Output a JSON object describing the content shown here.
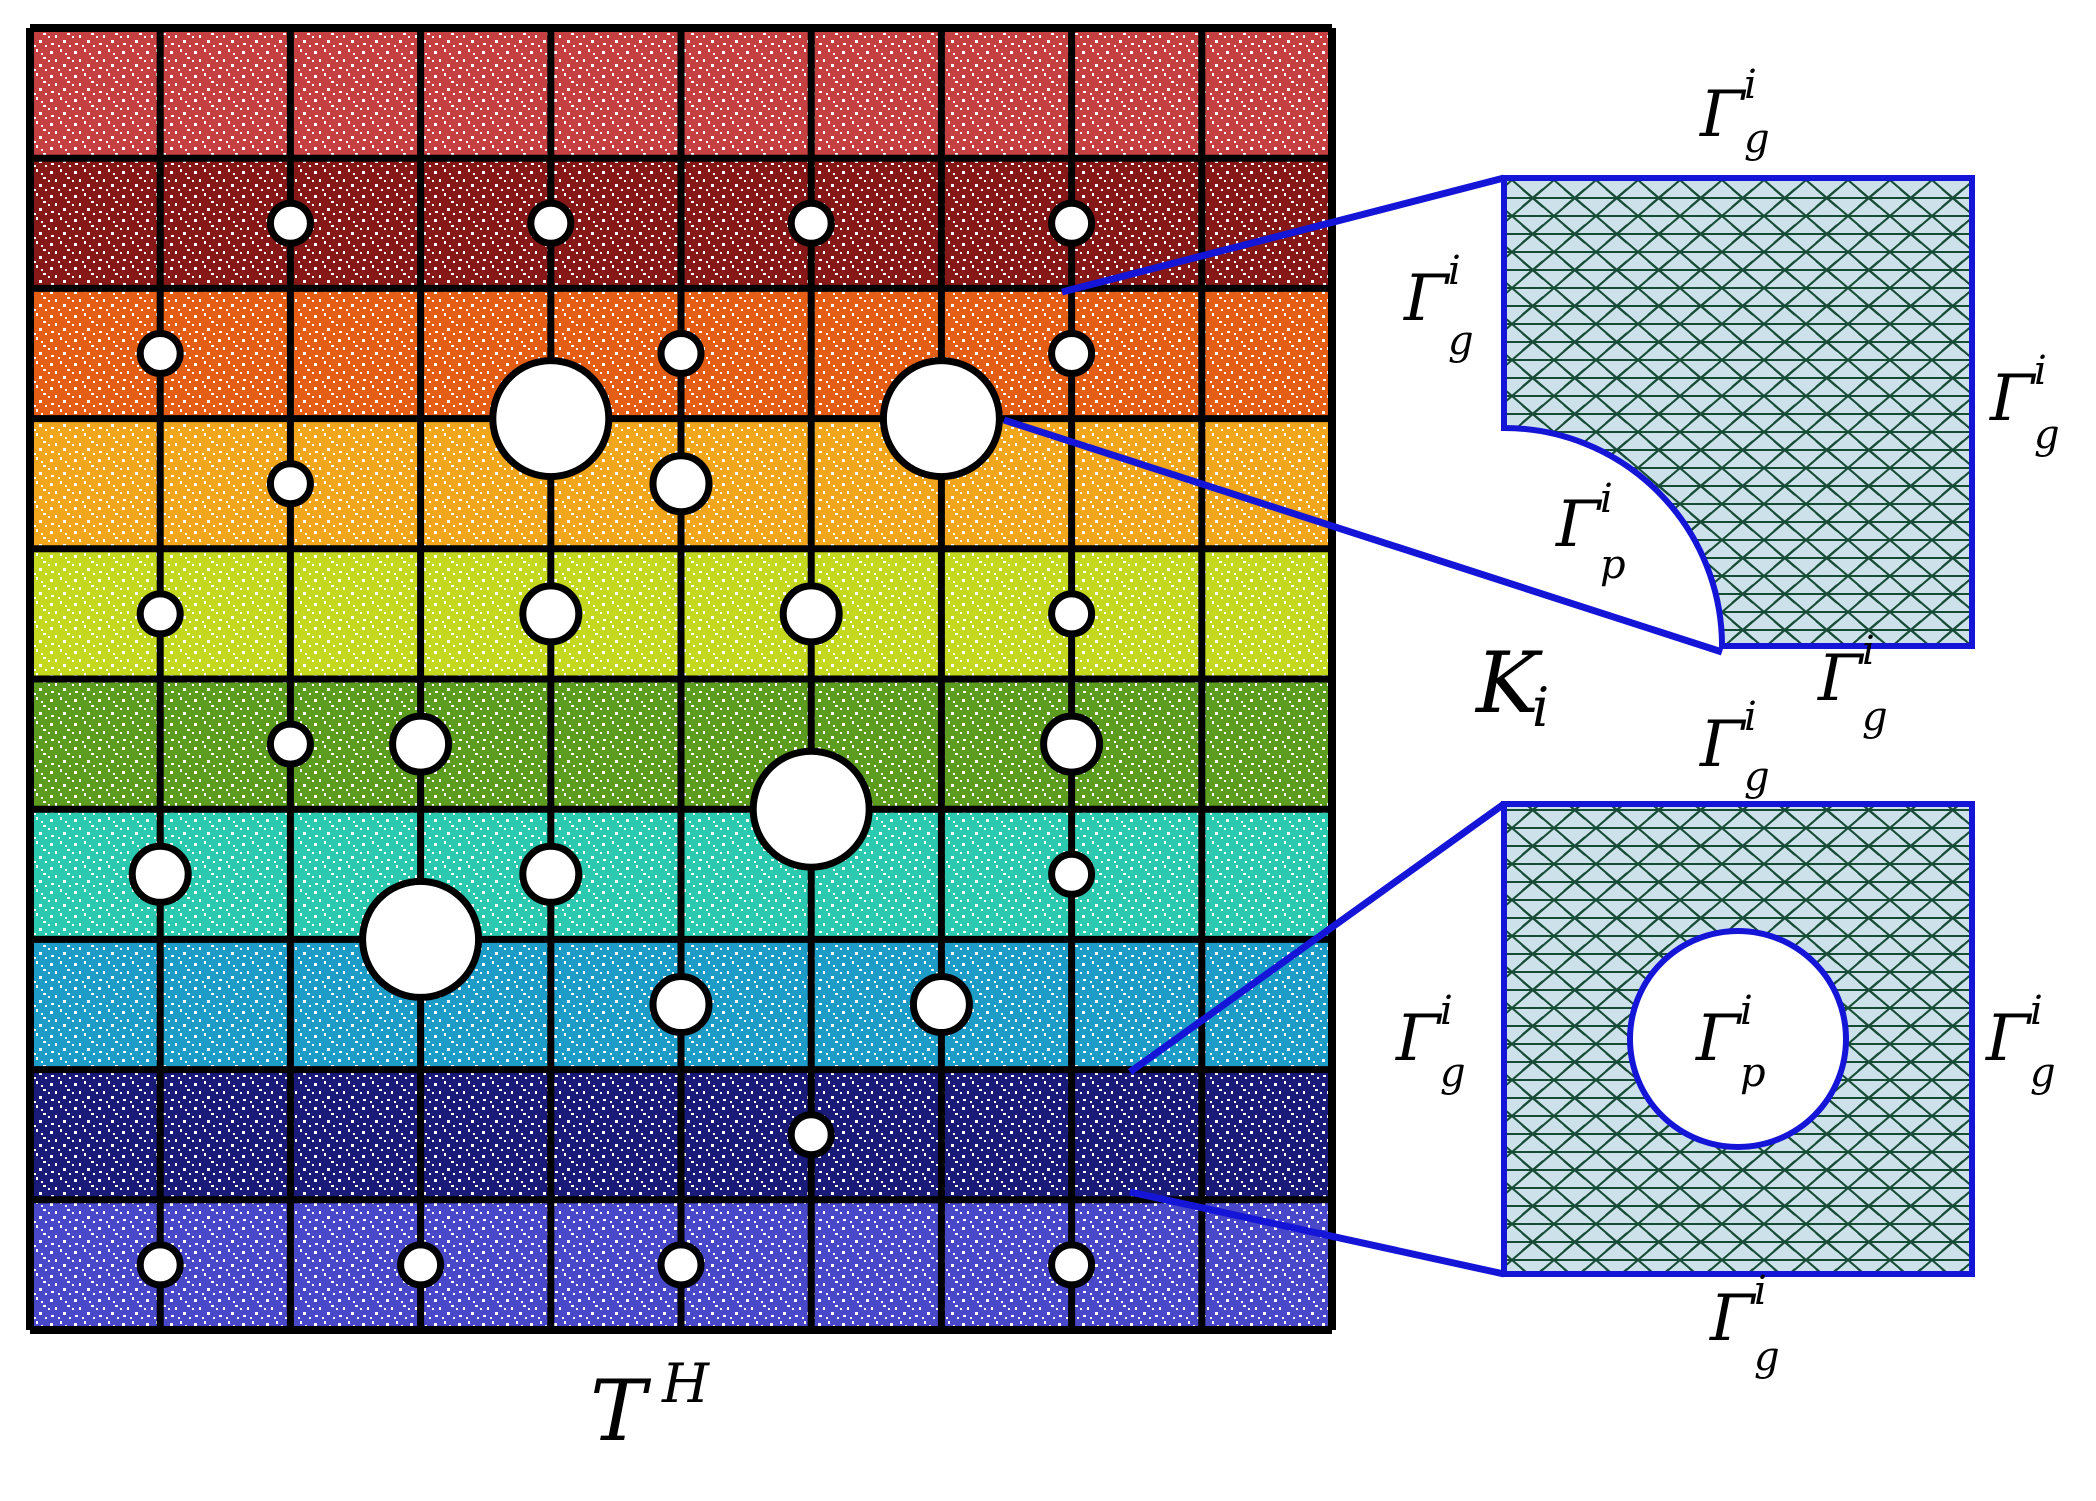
{
  "colors": {
    "row_fills": [
      "#c54040",
      "#861818",
      "#e45f15",
      "#f1a61c",
      "#c4d81e",
      "#5c9c1e",
      "#2bc9b0",
      "#1d9cc8",
      "#1a1a78",
      "#4848c8"
    ],
    "grid_line": "#000000",
    "zoom_line": "#1515d8",
    "mesh_fill": "#cde1ea",
    "mesh_line": "#164b36"
  },
  "fine_mesh": {
    "rows": 10,
    "cols": 10,
    "label": "T",
    "label_sup": "H",
    "inclusions": [
      {
        "row": 1,
        "col": 2,
        "size": "small"
      },
      {
        "row": 1,
        "col": 4,
        "size": "small"
      },
      {
        "row": 1,
        "col": 6,
        "size": "small"
      },
      {
        "row": 1,
        "col": 8,
        "size": "small"
      },
      {
        "row": 2,
        "col": 5,
        "size": "small"
      },
      {
        "row": 2,
        "col": 1,
        "size": "small"
      },
      {
        "row": 2,
        "col": 8,
        "size": "small"
      },
      {
        "row": 3,
        "col": 4,
        "size": "large"
      },
      {
        "row": 3,
        "col": 7,
        "size": "large"
      },
      {
        "row": 3,
        "col": 2,
        "size": "small"
      },
      {
        "row": 3,
        "col": 5,
        "size": "medium"
      },
      {
        "row": 4,
        "col": 8,
        "size": "small"
      },
      {
        "row": 4,
        "col": 1,
        "size": "small"
      },
      {
        "row": 4,
        "col": 4,
        "size": "medium"
      },
      {
        "row": 4,
        "col": 6,
        "size": "medium"
      },
      {
        "row": 5,
        "col": 2,
        "size": "small"
      },
      {
        "row": 5,
        "col": 3,
        "size": "medium"
      },
      {
        "row": 5,
        "col": 8,
        "size": "medium"
      },
      {
        "row": 6,
        "col": 6,
        "size": "large"
      },
      {
        "row": 6,
        "col": 1,
        "size": "medium"
      },
      {
        "row": 6,
        "col": 4,
        "size": "medium"
      },
      {
        "row": 6,
        "col": 8,
        "size": "small"
      },
      {
        "row": 7,
        "col": 3,
        "size": "large"
      },
      {
        "row": 7,
        "col": 5,
        "size": "medium"
      },
      {
        "row": 7,
        "col": 7,
        "size": "medium"
      },
      {
        "row": 8,
        "col": 6,
        "size": "small"
      },
      {
        "row": 9,
        "col": 1,
        "size": "small"
      },
      {
        "row": 9,
        "col": 3,
        "size": "small"
      },
      {
        "row": 9,
        "col": 5,
        "size": "small"
      },
      {
        "row": 9,
        "col": 8,
        "size": "small"
      }
    ]
  },
  "detail_top": {
    "element_label": "K",
    "element_label_sub": "i",
    "boundary_labels": [
      {
        "main": "Γ",
        "sup": "i",
        "sub": "g"
      },
      {
        "main": "Γ",
        "sup": "i",
        "sub": "g"
      },
      {
        "main": "Γ",
        "sup": "i",
        "sub": "g"
      },
      {
        "main": "Γ",
        "sup": "i",
        "sub": "p"
      },
      {
        "main": "Γ",
        "sup": "i",
        "sub": "g"
      }
    ]
  },
  "detail_bottom": {
    "boundary_labels": [
      {
        "main": "Γ",
        "sup": "i",
        "sub": "g"
      },
      {
        "main": "Γ",
        "sup": "i",
        "sub": "g"
      },
      {
        "main": "Γ",
        "sup": "i",
        "sub": "p"
      },
      {
        "main": "Γ",
        "sup": "i",
        "sub": "g"
      },
      {
        "main": "Γ",
        "sup": "i",
        "sub": "g"
      }
    ]
  }
}
